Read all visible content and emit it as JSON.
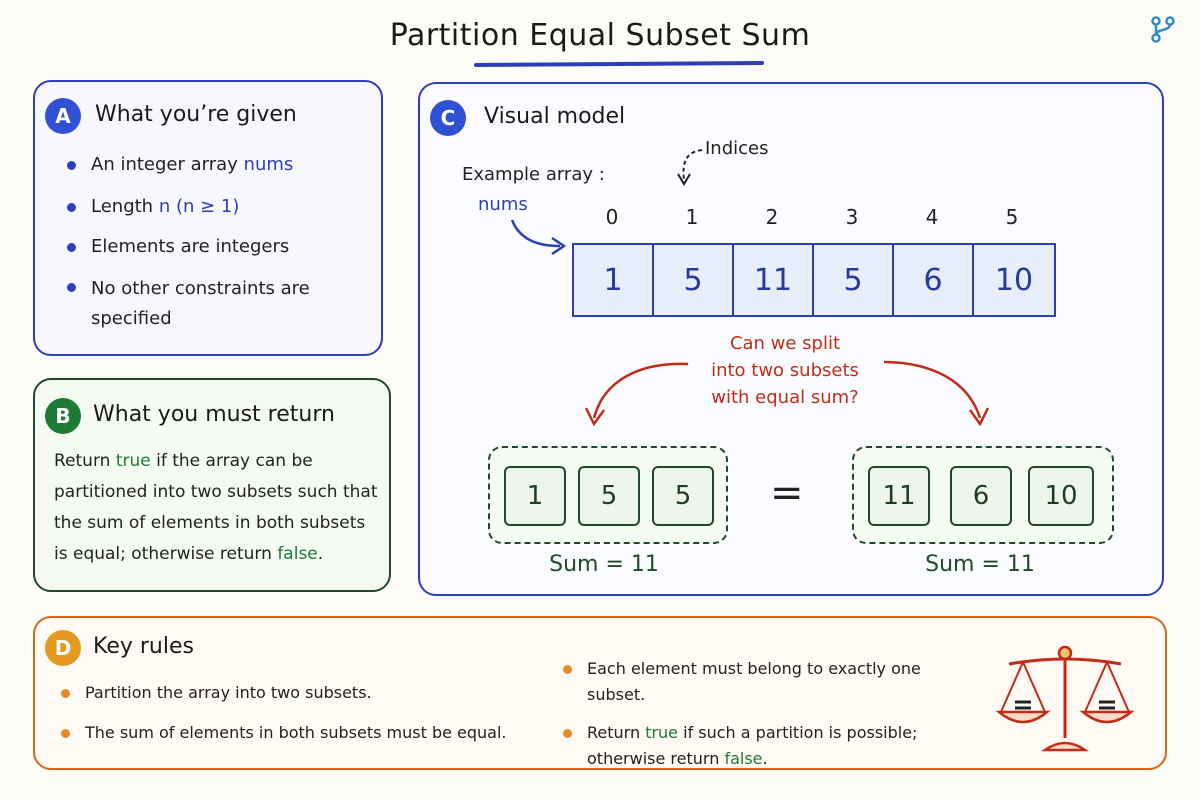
{
  "title": "Partition Equal Subset Sum",
  "panel_a": {
    "badge": "A",
    "heading": "What you’re given",
    "bullets": [
      {
        "pre": "An integer array ",
        "kw": "nums",
        "post": ""
      },
      {
        "pre": "Length ",
        "kw": "n  (n ≥ 1)",
        "post": ""
      },
      {
        "pre": "Elements are integers",
        "kw": "",
        "post": ""
      },
      {
        "pre": "No other constraints are specified",
        "kw": "",
        "post": ""
      }
    ]
  },
  "panel_b": {
    "badge": "B",
    "heading": "What you must return",
    "text_pre": "Return ",
    "kw_true": "true",
    "text_mid": " if the array can be partitioned into two subsets such that the sum of elements in both subsets is equal; otherwise return ",
    "kw_false": "false",
    "text_post": "."
  },
  "panel_c": {
    "badge": "C",
    "heading": "Visual model",
    "indices_label": "Indices",
    "example_label": "Example array :",
    "example_name": "nums",
    "indices": [
      "0",
      "1",
      "2",
      "3",
      "4",
      "5"
    ],
    "array": [
      "1",
      "5",
      "11",
      "5",
      "6",
      "10"
    ],
    "question_lines": [
      "Can we split",
      "into two subsets",
      "with equal sum?"
    ],
    "left_subset": [
      "1",
      "5",
      "5"
    ],
    "right_subset": [
      "11",
      "6",
      "10"
    ],
    "equals": "=",
    "left_sum": "Sum = 11",
    "right_sum": "Sum = 11"
  },
  "panel_d": {
    "badge": "D",
    "heading": "Key rules",
    "rules_left": [
      "Partition the array into two subsets.",
      "The sum of elements in both subsets must be equal."
    ],
    "rule_right_1": "Each element must belong to exactly one subset.",
    "rule_right_2": {
      "pre": "Return ",
      "kw_true": "true",
      "mid": " if such a partition is possible; otherwise return ",
      "kw_false": "false",
      "post": "."
    },
    "scale_icon": "balance-scale-icon"
  },
  "colors": {
    "blue": "#2a3fb8",
    "green": "#1d7a34",
    "orange": "#d7651f",
    "red": "#c42b16"
  }
}
